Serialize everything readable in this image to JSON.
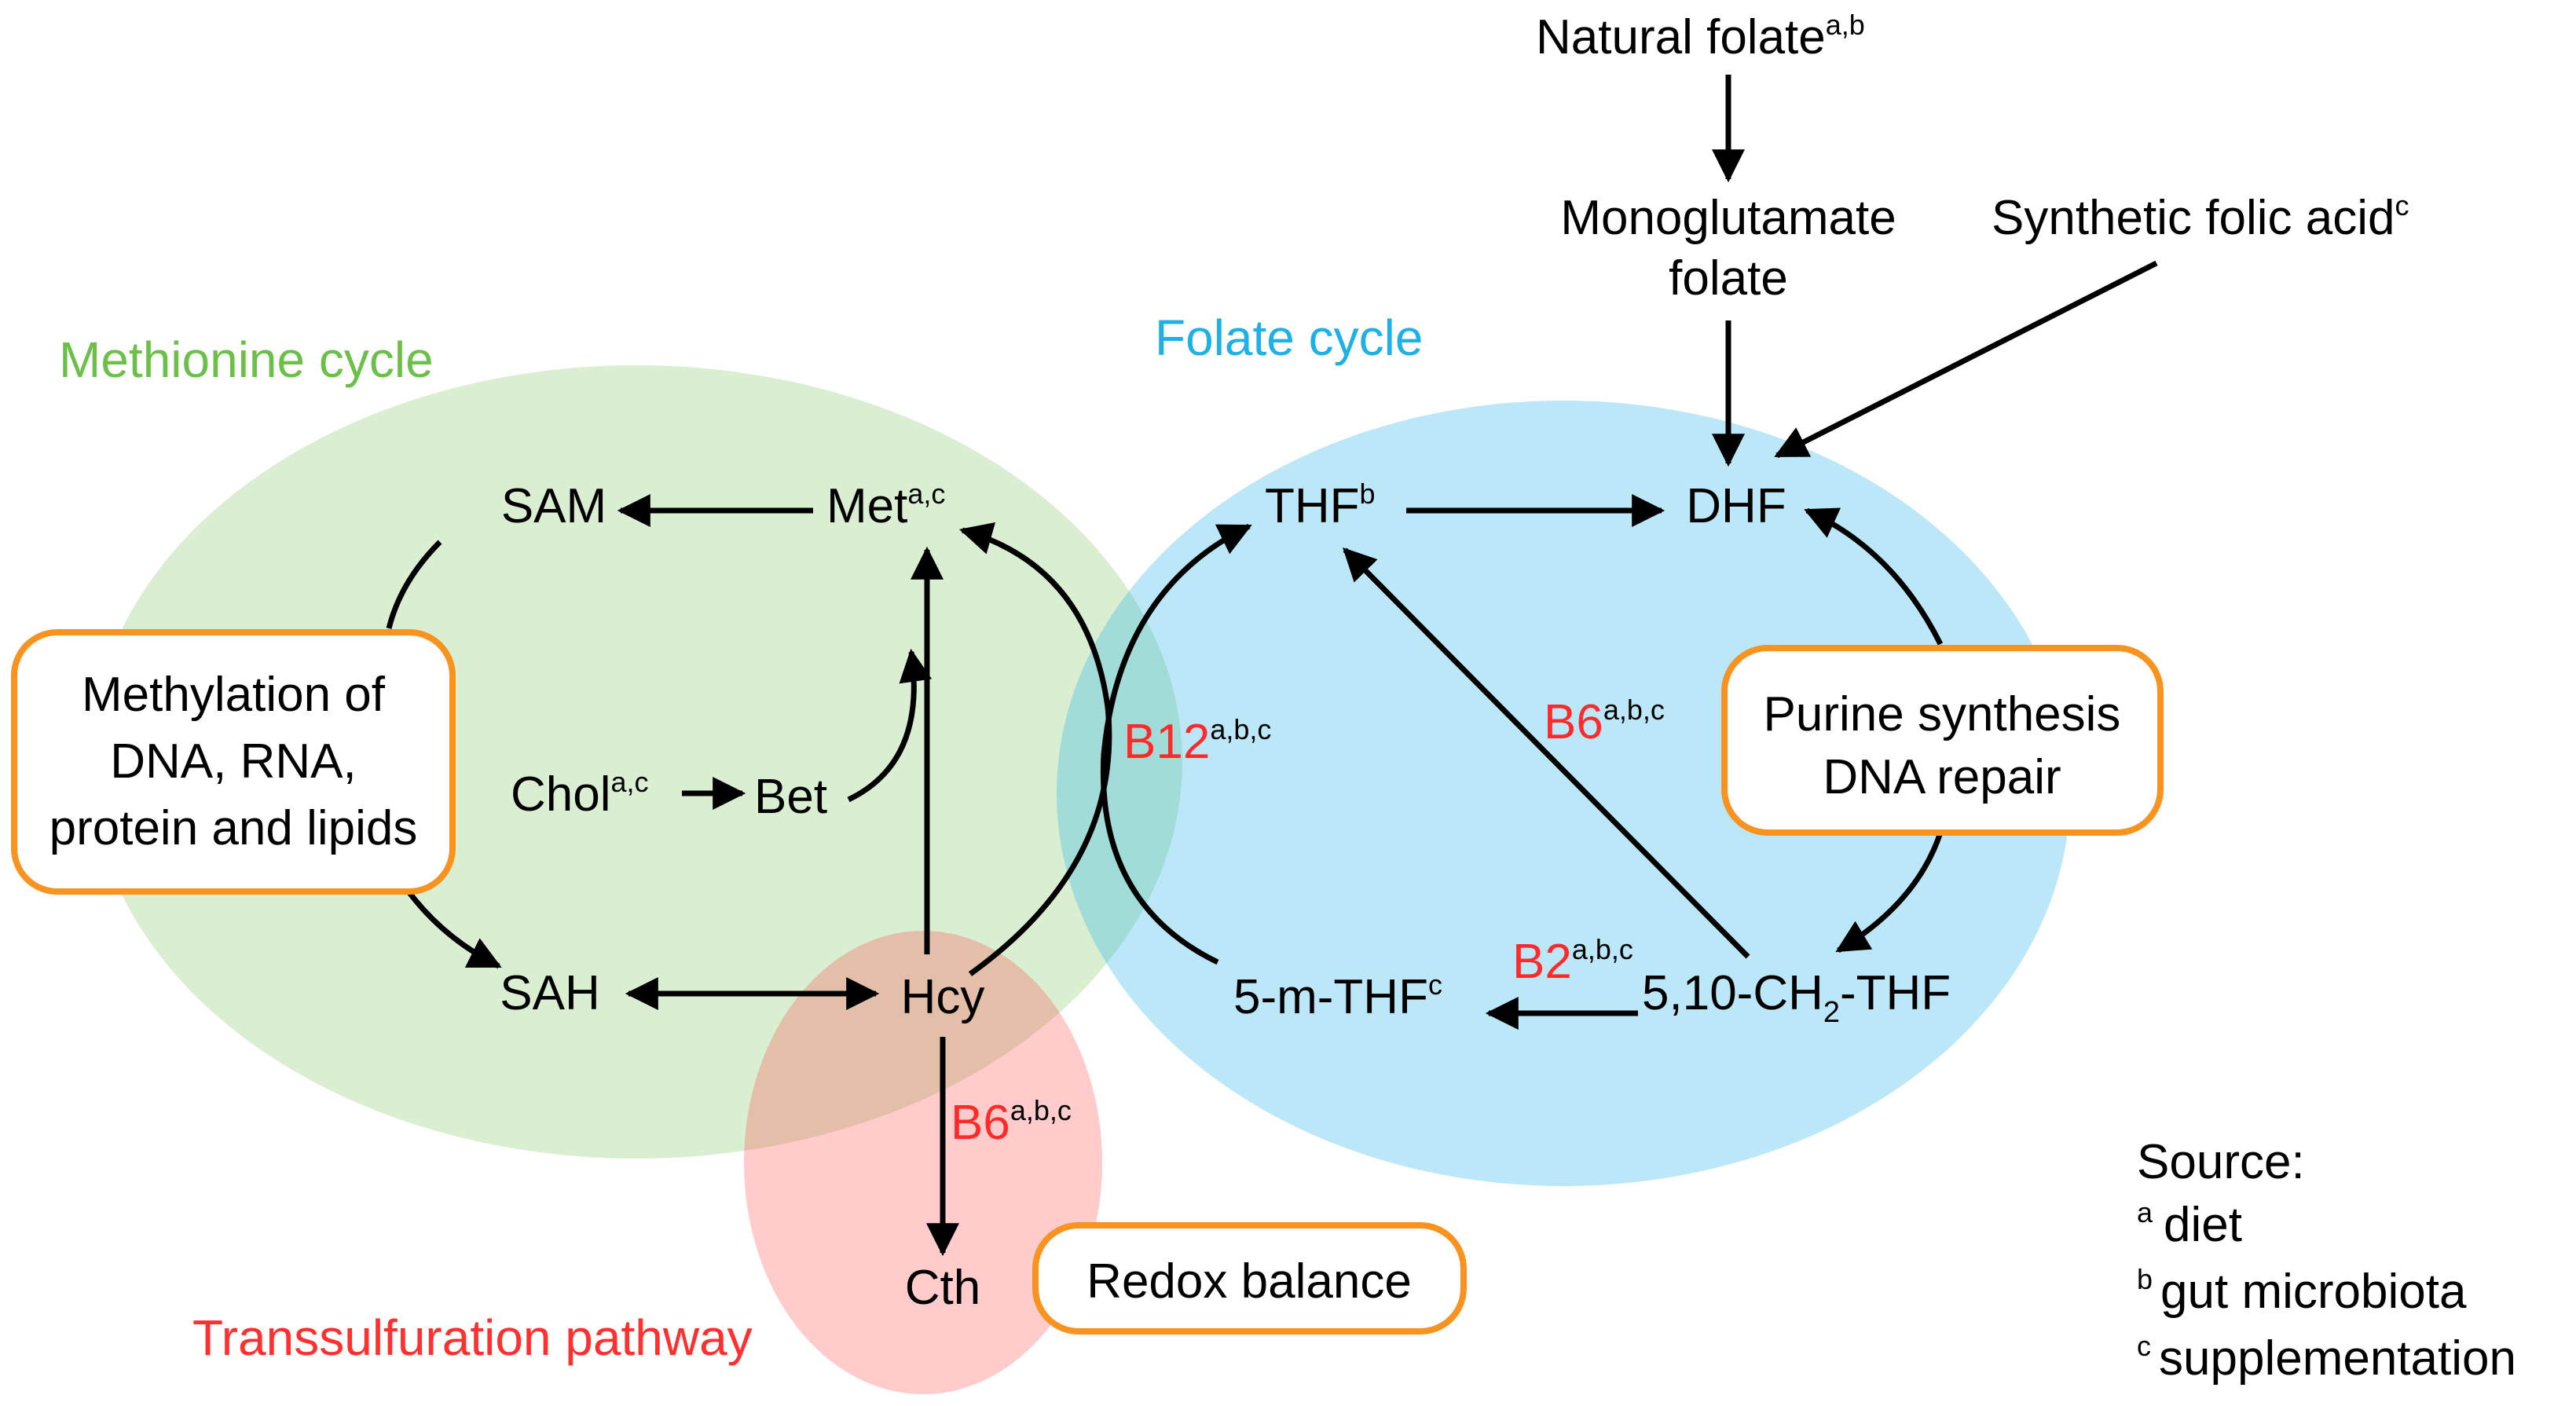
{
  "regions": {
    "methionine": {
      "label": "Methionine cycle",
      "color": "#6cc04a"
    },
    "folate": {
      "label": "Folate cycle",
      "color": "#1eb1e7"
    },
    "transsulfuration": {
      "label": "Transsulfuration pathway",
      "color": "#ff3030"
    }
  },
  "nodes": {
    "sam": "SAM",
    "met": {
      "text": "Met",
      "sup": "a,c"
    },
    "sah": "SAH",
    "hcy": "Hcy",
    "chol": {
      "text": "Chol",
      "sup": "a,c"
    },
    "bet": "Bet",
    "cth": "Cth",
    "thf": {
      "text": "THF",
      "sup": "b"
    },
    "dhf": "DHF",
    "m_thf": {
      "text": "5-m-THF",
      "sup": "c"
    },
    "ch2_thf": {
      "pre": "5,10-CH",
      "sub": "2",
      "post": "-THF"
    },
    "natural_folate": {
      "text": "Natural folate",
      "sup": "a,b"
    },
    "monoglutamate": {
      "line1": "Monoglutamate",
      "line2": "folate"
    },
    "synthetic": {
      "text": "Synthetic folic acid",
      "sup": "c"
    }
  },
  "cofactors": {
    "b12": {
      "text": "B12",
      "sup": "a,b,c"
    },
    "b6_folate": {
      "text": "B6",
      "sup": "a,b,c"
    },
    "b2": {
      "text": "B2",
      "sup": "a,b,c"
    },
    "b6_trans": {
      "text": "B6",
      "sup": "a,b,c"
    }
  },
  "boxes": {
    "methylation": [
      "Methylation of",
      "DNA, RNA,",
      "protein and lipids"
    ],
    "purine": [
      "Purine synthesis",
      "DNA repair"
    ],
    "redox": [
      "Redox balance"
    ]
  },
  "source": {
    "title": "Source:",
    "items": [
      {
        "mark": "a",
        "text": "diet"
      },
      {
        "mark": "b",
        "text": "gut microbiota"
      },
      {
        "mark": "c",
        "text": "supplementation"
      }
    ]
  }
}
